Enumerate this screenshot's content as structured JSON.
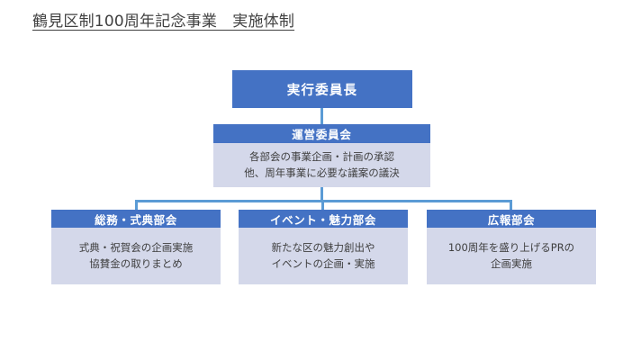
{
  "slide": {
    "title": "鶴見区制100周年記念事業　実施体制",
    "background_color": "#FFFFFF",
    "header_color": "#4472C4",
    "body_color": "#D4D8EA",
    "connector_color": "#5B9BD5",
    "title_color": "#404040"
  },
  "org_chart": {
    "chair": {
      "header": "実行委員長",
      "body_lines": []
    },
    "steering": {
      "header": "運営委員会",
      "body_lines": [
        "各部会の事業企画・計画の承認",
        "他、周年事業に必要な議案の議決"
      ]
    },
    "subcommittees": [
      {
        "header": "総務・式典部会",
        "body_lines": [
          "式典・祝賀会の企画実施",
          "協賛金の取りまとめ"
        ]
      },
      {
        "header": "イベント・魅力部会",
        "body_lines": [
          "新たな区の魅力創出や",
          "イベントの企画・実施"
        ]
      },
      {
        "header": "広報部会",
        "body_lines": [
          "100周年を盛り上げるPRの",
          "企画実施"
        ]
      }
    ]
  }
}
